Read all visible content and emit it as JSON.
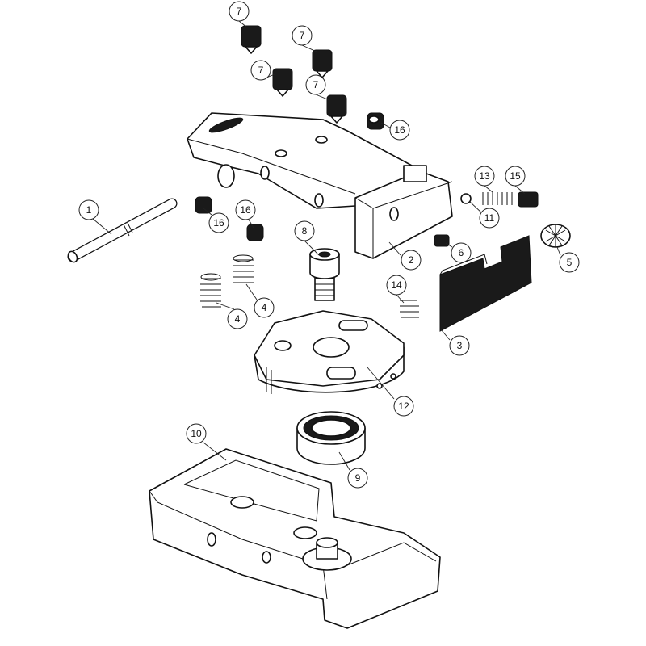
{
  "title": "Exploded assembly view",
  "callouts": [
    {
      "label": "7"
    },
    {
      "label": "7"
    },
    {
      "label": "7"
    },
    {
      "label": "7"
    },
    {
      "label": "16"
    },
    {
      "label": "1"
    },
    {
      "label": "16"
    },
    {
      "label": "16"
    },
    {
      "label": "8"
    },
    {
      "label": "2"
    },
    {
      "label": "6"
    },
    {
      "label": "13"
    },
    {
      "label": "15"
    },
    {
      "label": "11"
    },
    {
      "label": "5"
    },
    {
      "label": "14"
    },
    {
      "label": "4"
    },
    {
      "label": "4"
    },
    {
      "label": "3"
    },
    {
      "label": "12"
    },
    {
      "label": "10"
    },
    {
      "label": "9"
    }
  ]
}
